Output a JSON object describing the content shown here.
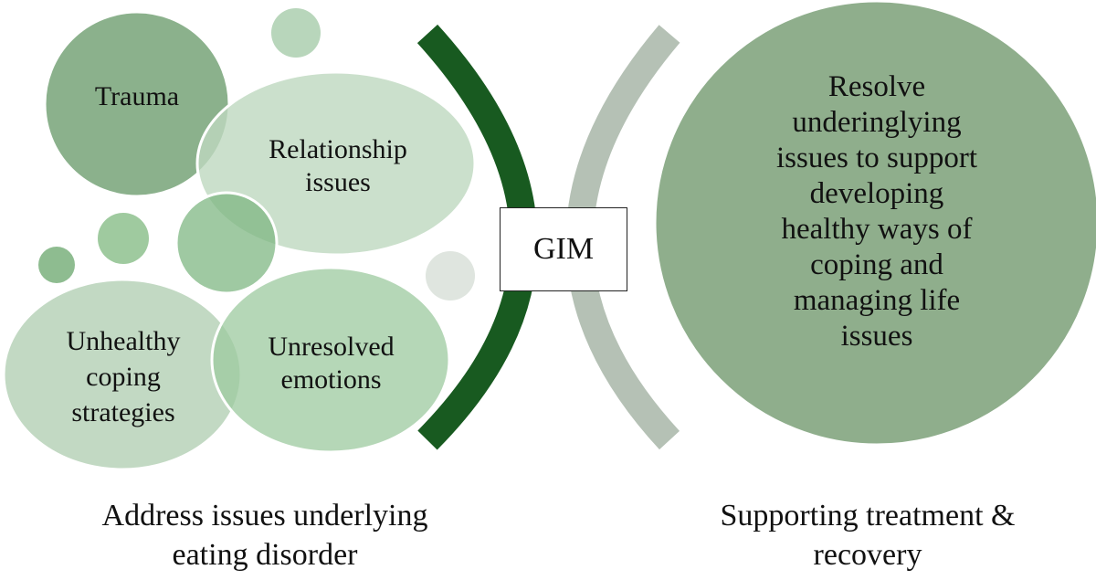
{
  "colors": {
    "dark_green": "#185a20",
    "light_gray_green": "#b5c1b5",
    "big_circle": "#8fae8c"
  },
  "bubbles": {
    "trauma": [
      "Trauma"
    ],
    "relationship": [
      "Relationship",
      "issues"
    ],
    "unhealthy": [
      "Unhealthy",
      "coping",
      "strategies"
    ],
    "unresolved": [
      "Unresolved",
      "emotions"
    ]
  },
  "gim": "GIM",
  "outcome": [
    "Resolve",
    "underinglying",
    "issues to support",
    "developing",
    "healthy ways of",
    "coping and",
    "managing life",
    "issues"
  ],
  "captions": {
    "left": [
      "Address issues underlying",
      "eating disorder"
    ],
    "right": [
      "Supporting treatment &",
      "recovery"
    ]
  }
}
